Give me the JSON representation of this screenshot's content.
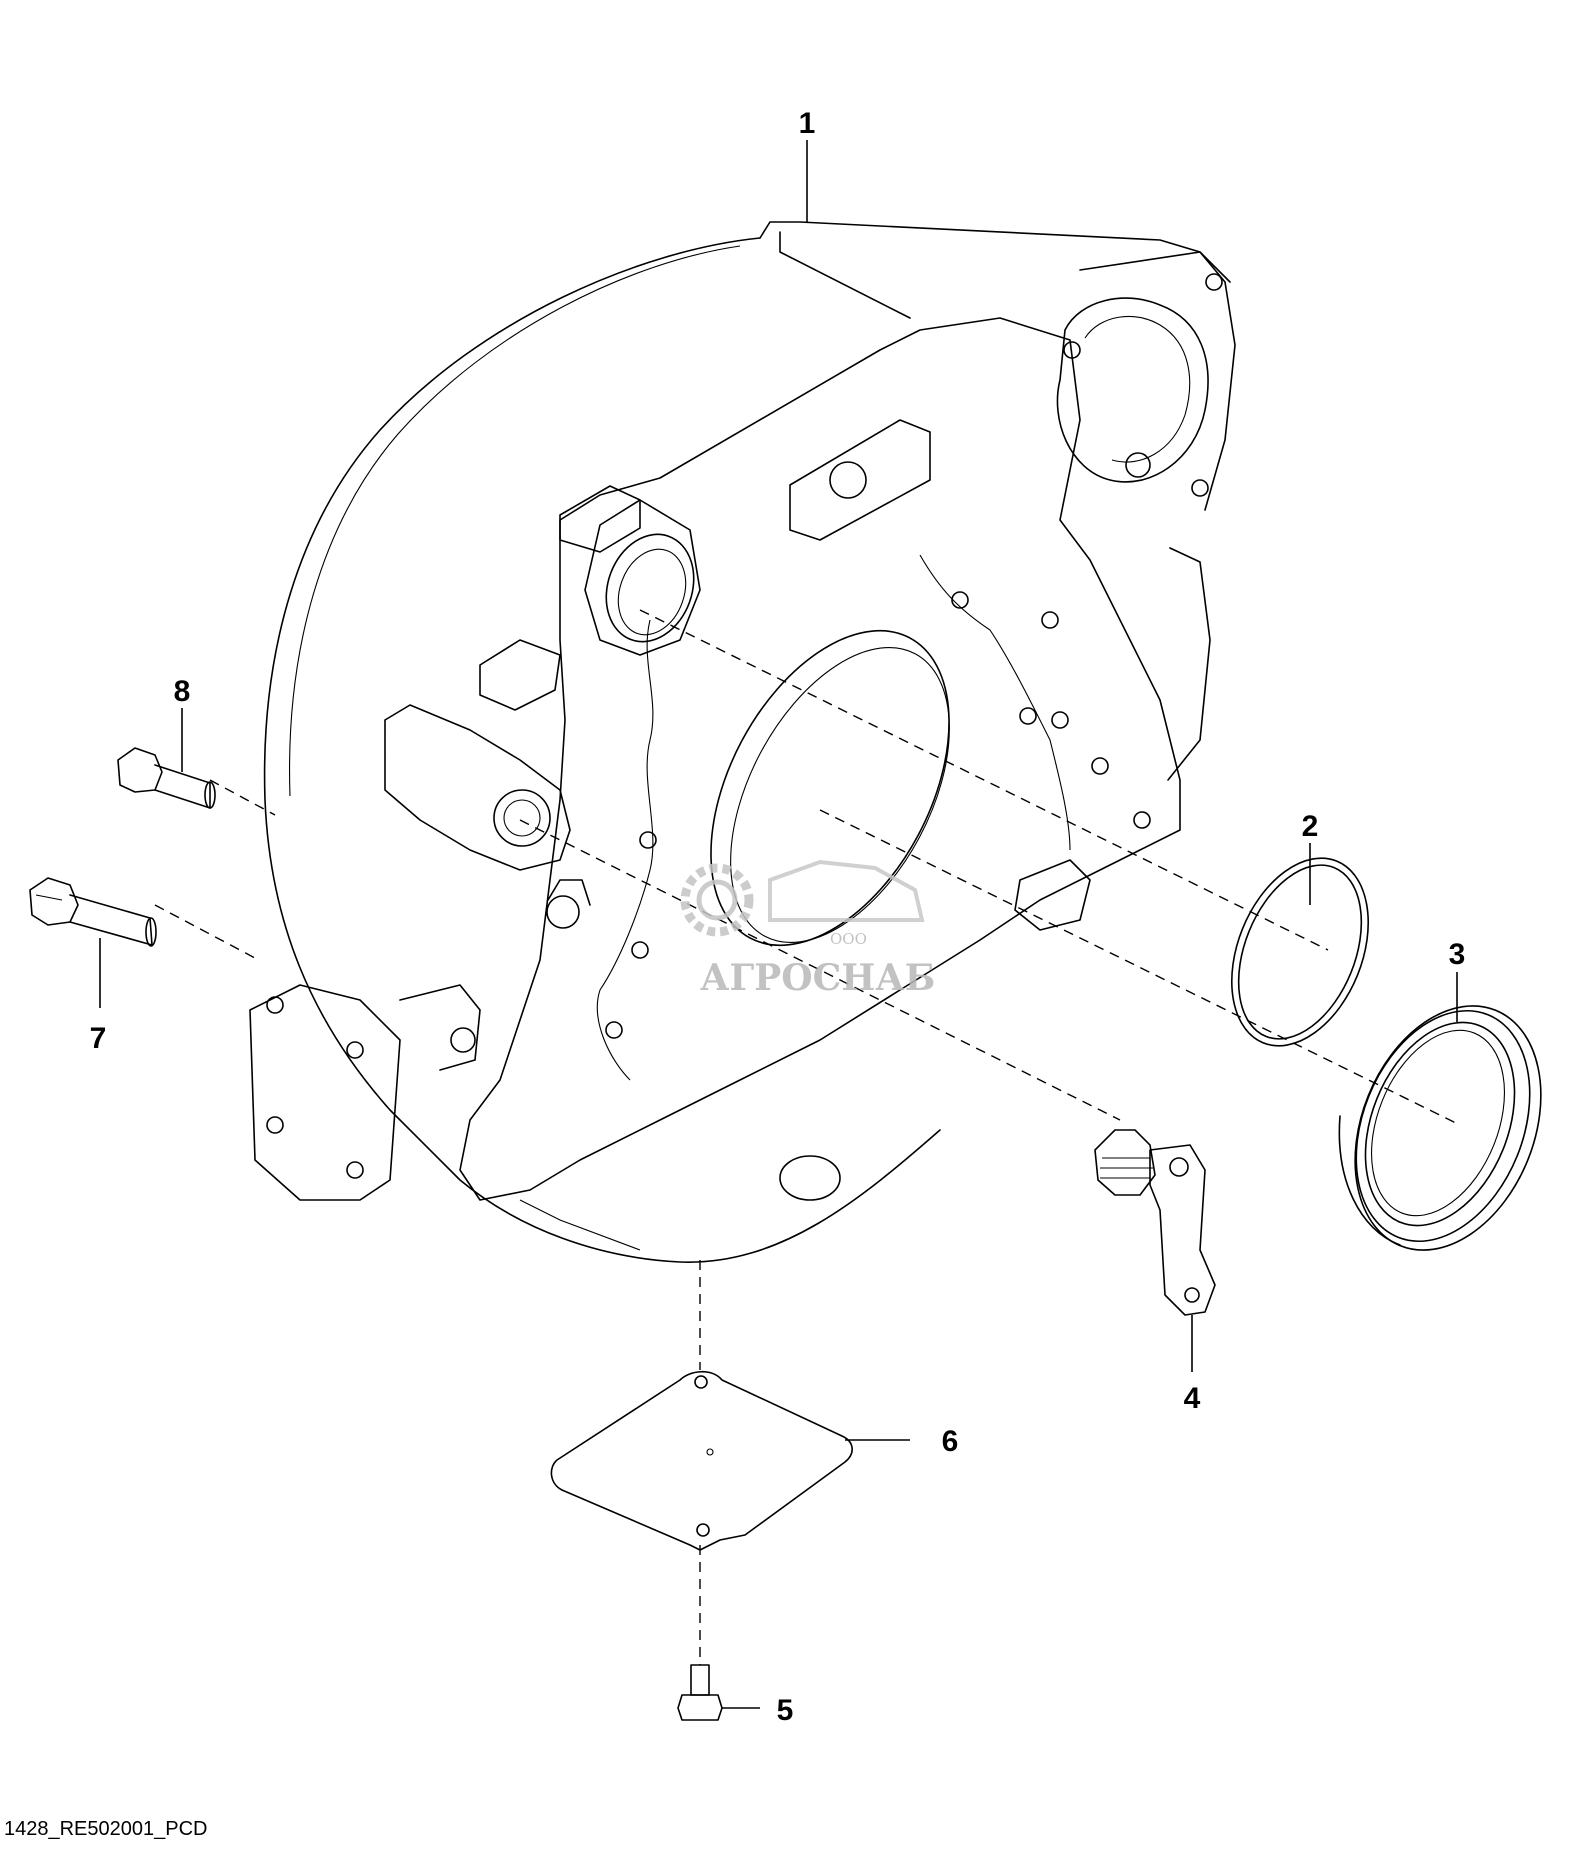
{
  "callouts": [
    {
      "id": "1",
      "label": "1"
    },
    {
      "id": "2",
      "label": "2"
    },
    {
      "id": "3",
      "label": "3"
    },
    {
      "id": "4",
      "label": "4"
    },
    {
      "id": "5",
      "label": "5"
    },
    {
      "id": "6",
      "label": "6"
    },
    {
      "id": "7",
      "label": "7"
    },
    {
      "id": "8",
      "label": "8"
    }
  ],
  "watermark": {
    "small": "ООО",
    "brand": "АГРОСНАБ"
  },
  "footer": {
    "drawing_id": "1428_RE502001_PCD"
  }
}
